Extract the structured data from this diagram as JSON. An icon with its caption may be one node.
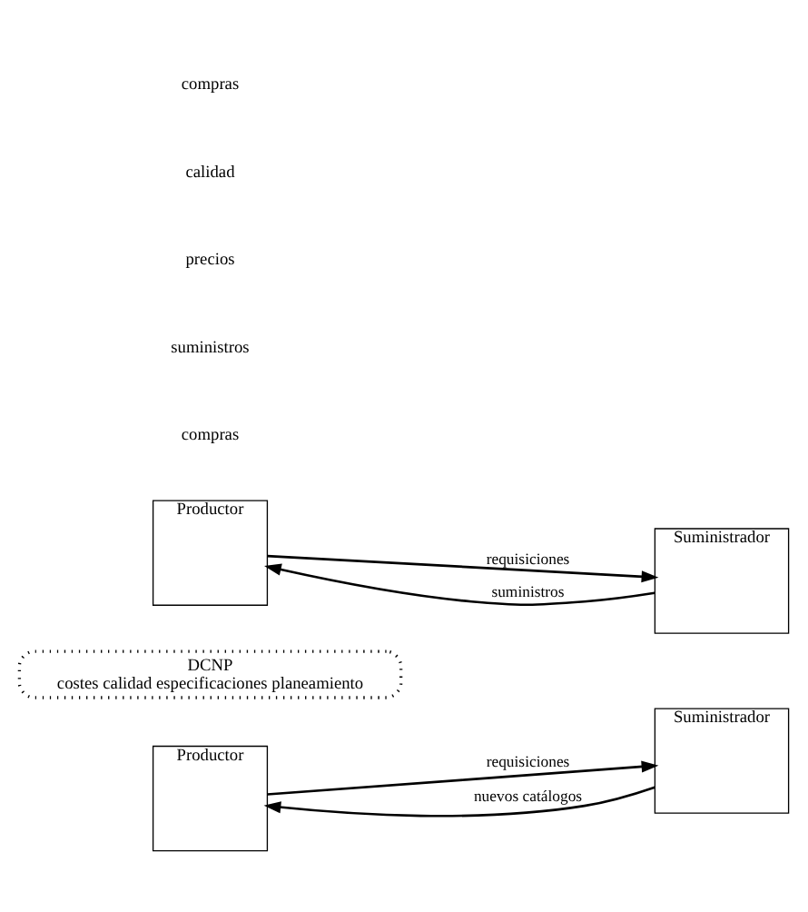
{
  "diagram": {
    "nodes": [
      {
        "text": [
          "Suministrador"
        ]
      },
      {
        "text": [
          "Productor"
        ]
      },
      {
        "text": [
          "DCNP",
          "costes calidad especificaciones planeamiento"
        ]
      },
      {
        "text": [
          "Suministrador"
        ]
      },
      {
        "text": [
          "Productor"
        ]
      }
    ],
    "edges": [
      {
        "from": 1,
        "to": 0,
        "arrow": "to",
        "label": "requisiciones"
      },
      {
        "from": 0,
        "to": 1,
        "arrow": "to",
        "label": "nuevos catálogos"
      },
      {
        "from": 4,
        "to": 3,
        "arrow": "to",
        "label": "requisiciones"
      },
      {
        "from": 3,
        "to": 4,
        "arrow": "to",
        "label": "suministros"
      }
    ],
    "labels": [
      "compras",
      "suministros",
      "precios",
      "calidad",
      "compras"
    ]
  }
}
